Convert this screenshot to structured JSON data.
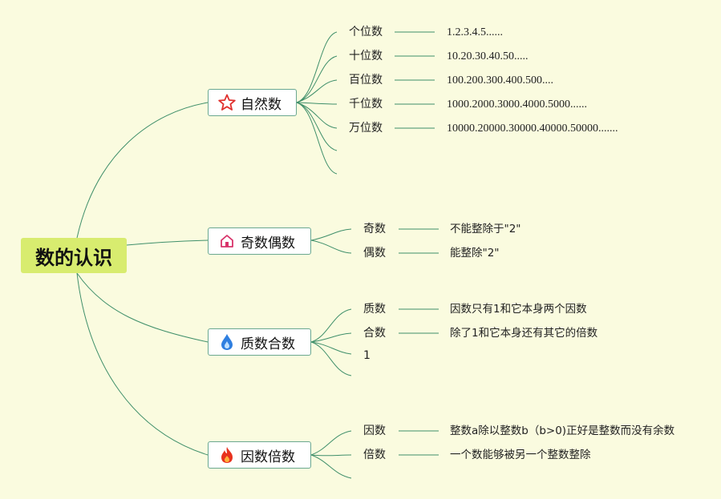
{
  "root": {
    "title": "数的认识"
  },
  "branches": [
    {
      "label": "自然数",
      "icon": "star-icon",
      "items": [
        {
          "name": "个位数",
          "value": "1.2.3.4.5......"
        },
        {
          "name": "十位数",
          "value": "10.20.30.40.50....."
        },
        {
          "name": "百位数",
          "value": "100.200.300.400.500...."
        },
        {
          "name": "千位数",
          "value": "1000.2000.3000.4000.5000......"
        },
        {
          "name": "万位数",
          "value": "10000.20000.30000.40000.50000......."
        }
      ]
    },
    {
      "label": "奇数偶数",
      "icon": "house-icon",
      "items": [
        {
          "name": "奇数",
          "value": "不能整除于\"2\""
        },
        {
          "name": "偶数",
          "value": "能整除\"2\""
        }
      ]
    },
    {
      "label": "质数合数",
      "icon": "water-drop-icon",
      "items": [
        {
          "name": "质数",
          "value": "因数只有1和它本身两个因数"
        },
        {
          "name": "合数",
          "value": "除了1和它本身还有其它的倍数"
        },
        {
          "name": "1",
          "value": ""
        }
      ]
    },
    {
      "label": "因数倍数",
      "icon": "fire-icon",
      "items": [
        {
          "name": "因数",
          "value": "整数a除以整数b（b>0)正好是整数而没有余数"
        },
        {
          "name": "倍数",
          "value": "一个数能够被另一个整数整除"
        }
      ]
    }
  ],
  "colors": {
    "background": "#fafbdf",
    "root": "#d8ec6f",
    "line": "#3f8f6a",
    "node_border": "#6aa890"
  }
}
